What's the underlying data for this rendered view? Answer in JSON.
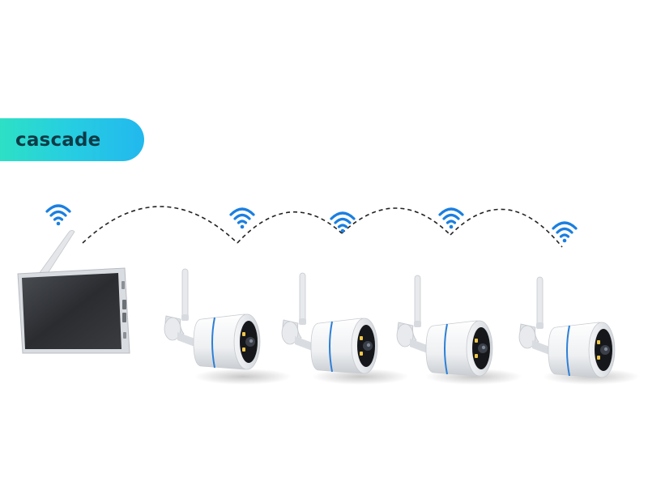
{
  "banner": {
    "label": "cascade",
    "gradient_start": "#2de0c5",
    "gradient_end": "#22b8ee",
    "text_color": "#0f3b46"
  },
  "icons": {
    "wifi_color": "#1a7fe0",
    "link_color": "#222222"
  },
  "devices": {
    "monitor": "wireless-nvr-monitor",
    "cameras": [
      "bullet-camera",
      "bullet-camera",
      "bullet-camera",
      "bullet-camera"
    ]
  }
}
